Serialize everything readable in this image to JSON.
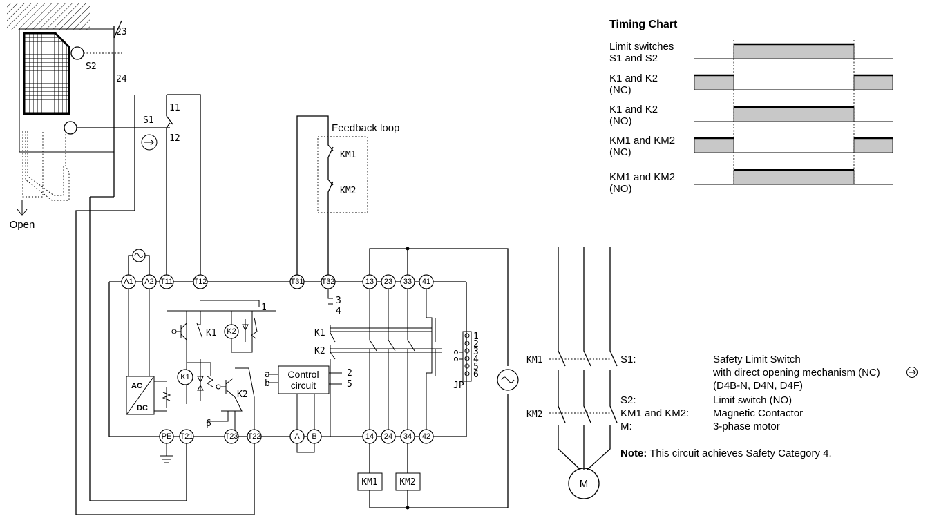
{
  "labels": {
    "s2": "S2",
    "sw_23": "23",
    "sw_24": "24",
    "s1": "S1",
    "sw_11": "11",
    "sw_12": "12",
    "open": "Open",
    "feedback_loop": "Feedback loop",
    "km1": "KM1",
    "km2": "KM2",
    "k1": "K1",
    "k2": "K2",
    "ac": "AC",
    "dc": "DC",
    "control_line1": "Control",
    "control_line2": "circuit",
    "jp": "JP",
    "motor": "M",
    "n1": "1",
    "n2": "2",
    "n3": "3",
    "n4": "4",
    "n5": "5",
    "n6": "6",
    "a": "a",
    "b": "b"
  },
  "terminals": {
    "top": [
      "A1",
      "A2",
      "T11",
      "T12",
      "T31",
      "T32",
      "13",
      "23",
      "33",
      "41"
    ],
    "bottom": [
      "PE",
      "T21",
      "T23",
      "T22",
      "A",
      "B",
      "14",
      "24",
      "34",
      "42"
    ]
  },
  "jp_numbers": [
    "1",
    "2",
    "3",
    "4",
    "5",
    "6"
  ],
  "timing": {
    "title": "Timing Chart",
    "rows": [
      {
        "line1": "Limit switches",
        "line2": "S1 and S2",
        "pattern": "high-middle"
      },
      {
        "line1": "K1 and K2",
        "line2": "(NC)",
        "pattern": "high-sides"
      },
      {
        "line1": "K1 and K2",
        "line2": "(NO)",
        "pattern": "high-middle"
      },
      {
        "line1": "KM1 and KM2",
        "line2": "(NC)",
        "pattern": "high-sides"
      },
      {
        "line1": "KM1 and KM2",
        "line2": "(NO)",
        "pattern": "high-middle"
      }
    ]
  },
  "legend": {
    "s1_key": "S1:",
    "s1_val1": "Safety Limit Switch",
    "s1_val2": "with direct opening mechanism (NC)",
    "s1_val3": "(D4B-N, D4N, D4F)",
    "s2_key": "S2:",
    "s2_val": "Limit switch (NO)",
    "km_key": "KM1 and KM2:",
    "km_val": "Magnetic Contactor",
    "m_key": "M:",
    "m_val": "3-phase motor",
    "note_bold": "Note:",
    "note_text": " This circuit achieves Safety Category 4."
  }
}
